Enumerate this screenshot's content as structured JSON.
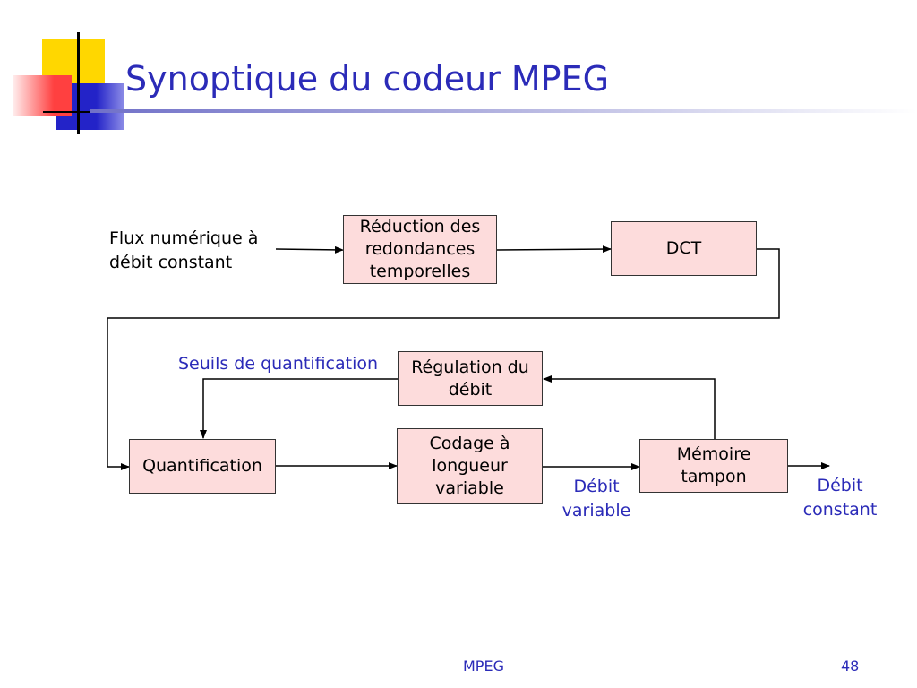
{
  "slide": {
    "title": "Synoptique du codeur MPEG",
    "footer_center": "MPEG",
    "page_number": "48"
  },
  "diagram": {
    "input_label": "Flux numérique à\ndébit constant",
    "boxes": {
      "reduction": "Réduction des\nredondances\ntemporelles",
      "dct": "DCT",
      "regulation": "Régulation du\ndébit",
      "quantification": "Quantification",
      "codage": "Codage à\nlongueur\nvariable",
      "memoire": "Mémoire\ntampon"
    },
    "seuils_label": "Seuils de quantification",
    "debit_variable_label": "Débit\nvariable",
    "debit_constant_label": "Débit\nconstant"
  },
  "colors": {
    "title_blue": "#2b2bb8",
    "box_fill": "#fddcdc",
    "deco_yellow": "#ffd700",
    "deco_red": "#ff4040",
    "deco_blue": "#2323c8"
  }
}
